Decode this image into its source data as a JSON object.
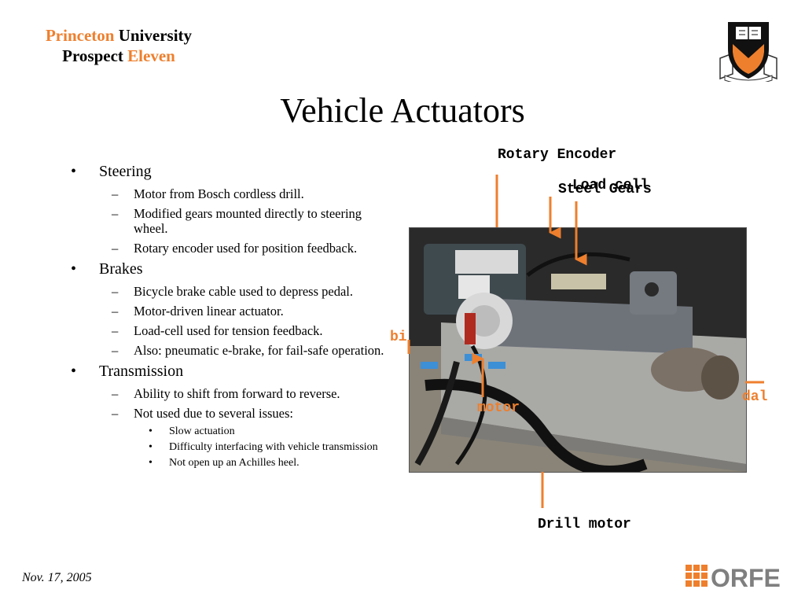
{
  "header": {
    "brand_line1_a": "Princeton",
    "brand_line1_b": "University",
    "brand_line2_a": "Prospect",
    "brand_line2_b": "Eleven",
    "title": "Vehicle Actuators"
  },
  "bullets": {
    "steering": {
      "label": "Steering",
      "items": [
        "Motor from Bosch cordless drill.",
        "Modified gears mounted directly to steering wheel.",
        "Rotary encoder used for position feedback."
      ]
    },
    "brakes": {
      "label": "Brakes",
      "items": [
        "Bicycle brake cable used to depress pedal.",
        "Motor-driven linear actuator.",
        "Load-cell used for tension feedback.",
        "Also: pneumatic e-brake, for fail-safe operation."
      ]
    },
    "transmission": {
      "label": "Transmission",
      "items": [
        "Ability to shift from forward to reverse.",
        "Not used due to several issues:"
      ],
      "sub_items": [
        "Slow actuation",
        "Difficulty interfacing with vehicle transmission",
        "Not open up an Achilles heel."
      ]
    }
  },
  "photo_labels": {
    "rotary_encoder": "Rotary Encoder",
    "load_cell": "Load cell",
    "steel_gears": "Steel Gears",
    "bike_left": "bi",
    "pedal_right": "dal",
    "motor": "motor",
    "drill_motor": "Drill motor"
  },
  "footer": {
    "date": "Nov. 17, 2005",
    "logo_text": "ORFE"
  },
  "colors": {
    "accent_orange": "#ee7f2d",
    "shield_black": "#111111"
  },
  "marks": {
    "l1": "•",
    "l2": "–",
    "l3": "•"
  }
}
